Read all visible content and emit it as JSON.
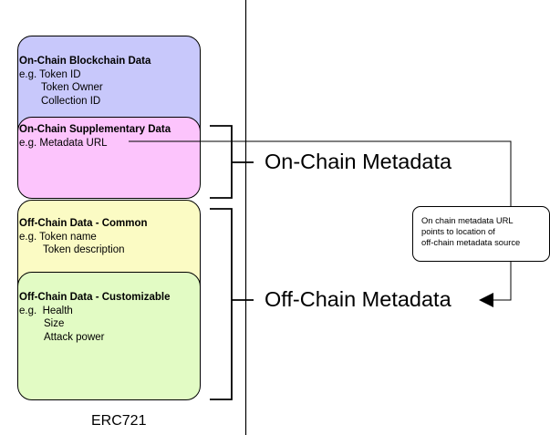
{
  "boxes": {
    "onchain_blockchain": {
      "title": "On-Chain Blockchain Data",
      "lines": [
        "e.g. Token ID",
        "Token Owner",
        "Collection ID"
      ]
    },
    "onchain_supplementary": {
      "title": "On-Chain Supplementary Data",
      "lines": [
        "e.g. Metadata URL"
      ]
    },
    "offchain_common": {
      "title": "Off-Chain Data - Common",
      "lines": [
        "e.g. Token name",
        "Token description"
      ]
    },
    "offchain_customizable": {
      "title": "Off-Chain Data - Customizable",
      "lines": [
        "e.g.  Health",
        "Size",
        "Attack power"
      ]
    }
  },
  "groups": {
    "onchain_label": "On-Chain Metadata",
    "offchain_label": "Off-Chain Metadata"
  },
  "note": {
    "lines": [
      "On chain metadata URL",
      "points to location of",
      "off-chain metadata source"
    ]
  },
  "footer_label": "ERC721",
  "colors": {
    "onchain_blockchain": "#c8c8fb",
    "onchain_supplementary": "#fcc4fc",
    "offchain_common": "#fbfbc4",
    "offchain_customizable": "#e2fbc4"
  }
}
